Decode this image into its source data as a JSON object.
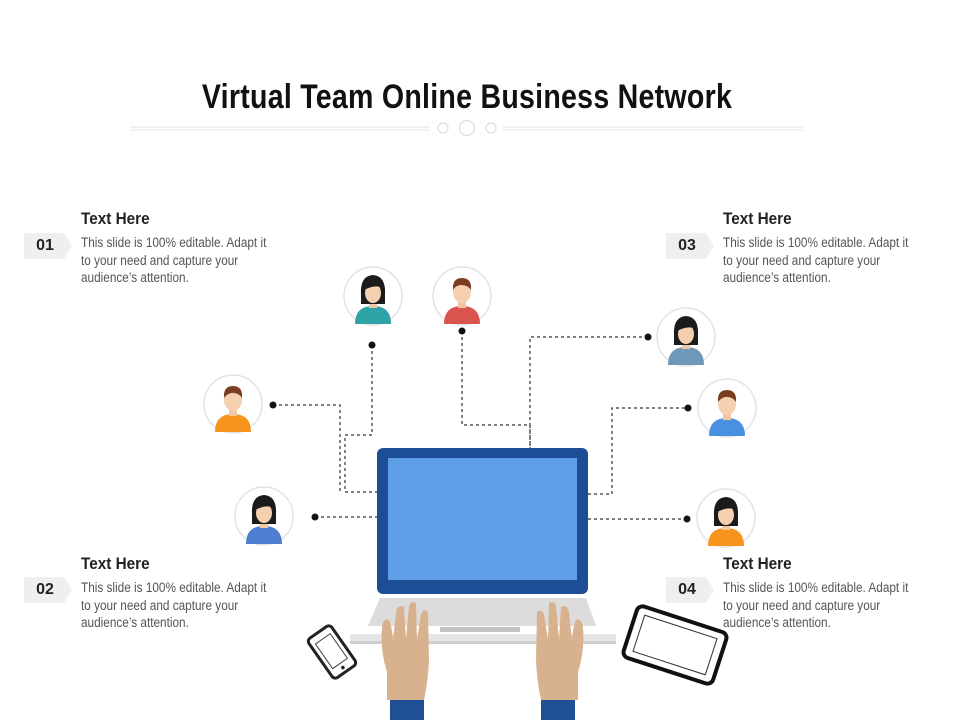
{
  "title": "Virtual Team Online Business Network",
  "items": [
    {
      "number": "01",
      "heading": "Text Here",
      "body": "This slide is 100% editable. Adapt it to your need and capture your audience’s attention."
    },
    {
      "number": "02",
      "heading": "Text Here",
      "body": "This slide is 100% editable. Adapt it to your need and capture your audience’s attention."
    },
    {
      "number": "03",
      "heading": "Text Here",
      "body": "This slide is 100% editable. Adapt it to your need and capture your audience’s attention."
    },
    {
      "number": "04",
      "heading": "Text Here",
      "body": "This slide is 100% editable. Adapt it to your need and capture your audience’s attention."
    }
  ],
  "colors": {
    "laptop_frame": "#1d4e95",
    "laptop_screen": "#5e9fe8",
    "keyboard": "#dcdcdc",
    "skin": "#d8b28f",
    "sleeve": "#1f4f95",
    "connector": "#333333"
  },
  "icons": [
    "person-woman-teal",
    "person-man-red",
    "person-man-orange",
    "person-woman-blue",
    "person-woman-slate",
    "person-man-blue",
    "person-woman-orange",
    "laptop",
    "hands",
    "smartphone",
    "tablet"
  ]
}
